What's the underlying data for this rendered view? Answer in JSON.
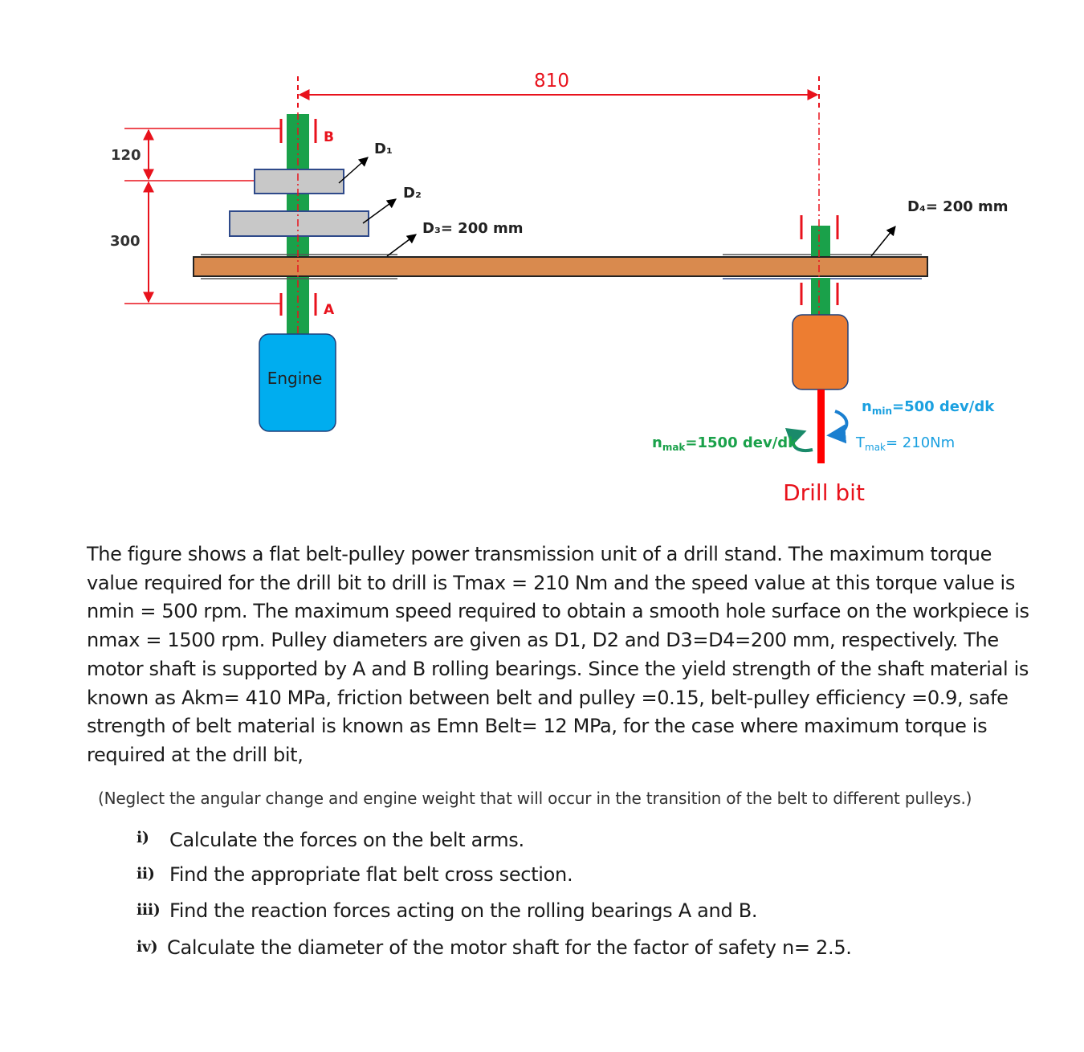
{
  "diagram": {
    "dim_810": "810",
    "dim_120": "120",
    "dim_300": "300",
    "label_B": "B",
    "label_A": "A",
    "d1_label": "D₁",
    "d2_label": "D₂",
    "d3_label": "D₃= 200 mm",
    "d4_label": "D₄= 200 mm",
    "engine_label": "Engine",
    "nmin_label": "nmin=500 dev/dk",
    "nmin_base": "n",
    "nmin_sub": "min",
    "nmin_rest": "=500 dev/dk",
    "nmak_label": "nmak=1500 dev/dk",
    "nmak_base": "n",
    "nmak_sub": "mak",
    "nmak_rest": "=1500 dev/dk",
    "tmak_label": "Tmak= 210Nm",
    "tmak_base": "T",
    "tmak_sub": "mak",
    "tmak_rest": "= 210Nm",
    "drill_label": "Drill bit",
    "colors": {
      "dimension_red": "#e8121c",
      "shaft_green": "#1aa14a",
      "belt_orange": "#d98a4e",
      "engine_blue": "#00adef",
      "motor_orange": "#ed7d31",
      "pulley_gray": "#c8c8c8",
      "nmin_color": "#1aa0e0",
      "nmak_color": "#1aa14a",
      "tmak_color": "#1aa0e0"
    }
  },
  "problem": {
    "paragraph": "The figure shows a flat belt-pulley power transmission unit of a drill stand. The maximum torque value required for the drill bit to drill is Tmax = 210 Nm and the speed value at this torque value is nmin = 500 rpm. The maximum speed required to obtain a smooth hole surface on the workpiece is nmax = 1500 rpm. Pulley diameters are given as D1, D2 and D3=D4=200 mm, respectively. The motor shaft is supported by A and B rolling bearings. Since the yield strength of the shaft material is known as Akm= 410 MPa, friction between belt and pulley =0.15, belt-pulley efficiency =0.9, safe strength of belt material is known as Emn Belt= 12 MPa, for the case where maximum torque is required at the drill bit,",
    "note": "(Neglect the angular change and engine weight that will occur in the transition of the belt to different pulleys.)",
    "questions": [
      {
        "num": "i)",
        "text": "Calculate the forces on the belt arms."
      },
      {
        "num": "ii)",
        "text": "Find the appropriate flat belt cross section."
      },
      {
        "num": "iii)",
        "text": "Find the reaction forces acting on the rolling bearings A and B."
      },
      {
        "num": "iv)",
        "text": "Calculate the diameter of the motor shaft for the factor of safety n= 2.5."
      }
    ]
  }
}
